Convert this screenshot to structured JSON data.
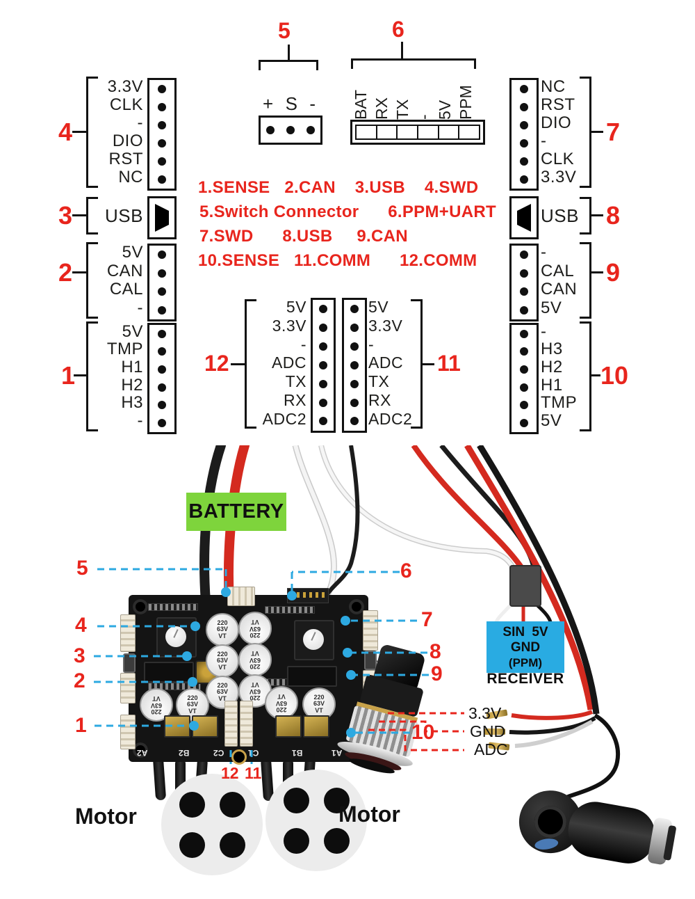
{
  "colors": {
    "callout_red": "#e8251d",
    "callout_blue": "#2da9e1",
    "battery_green": "#7ed43c",
    "receiver_blue": "#29abe2",
    "board_black": "#141414"
  },
  "legend": {
    "line1": "1.SENSE   2.CAN    3.USB    4.SWD",
    "line2": "5.Switch Connector      6.PPM+UART",
    "line3": "7.SWD      8.USB     9.CAN",
    "line4": "10.SENSE   11.COMM      12.COMM"
  },
  "connectors": {
    "c1": {
      "number": "1",
      "pins": [
        "5V",
        "TMP",
        "H1",
        "H2",
        "H3",
        "-"
      ]
    },
    "c2": {
      "number": "2",
      "pins": [
        "5V",
        "CAN",
        "CAL",
        "-"
      ]
    },
    "c3": {
      "number": "3",
      "label": "USB"
    },
    "c4": {
      "number": "4",
      "pins": [
        "3.3V",
        "CLK",
        "-",
        "DIO",
        "RST",
        "NC"
      ]
    },
    "c5": {
      "number": "5",
      "pins": [
        "+",
        "S",
        "-"
      ]
    },
    "c6": {
      "number": "6",
      "pins": [
        "BAT",
        "RX",
        "TX",
        "-",
        "5V",
        "PPM"
      ]
    },
    "c7": {
      "number": "7",
      "pins": [
        "NC",
        "RST",
        "DIO",
        "-",
        "CLK",
        "3.3V"
      ]
    },
    "c8": {
      "number": "8",
      "label": "USB"
    },
    "c9": {
      "number": "9",
      "pins": [
        "-",
        "CAL",
        "CAN",
        "5V"
      ]
    },
    "c10": {
      "number": "10",
      "pins": [
        "-",
        "H3",
        "H2",
        "H1",
        "TMP",
        "5V"
      ]
    },
    "c11": {
      "number": "11",
      "pins": [
        "5V",
        "3.3V",
        "-",
        "ADC",
        "TX",
        "RX",
        "ADC2"
      ]
    },
    "c12": {
      "number": "12",
      "pins": [
        "5V",
        "3.3V",
        "-",
        "ADC",
        "TX",
        "RX",
        "ADC2"
      ]
    }
  },
  "photo": {
    "battery_label": "BATTERY",
    "receiver": {
      "pins": "SIN 5V GND",
      "mode": "(PPM)",
      "name": "RECEIVER"
    },
    "throttle_wires": [
      "3.3V",
      "GND",
      "ADC"
    ],
    "motor_left": "Motor",
    "motor_right": "Motor",
    "board_silkscreen": [
      "A2",
      "B2",
      "C2",
      "C1",
      "B1",
      "A1"
    ],
    "capacitor_label": "220\n63V\nVT"
  }
}
